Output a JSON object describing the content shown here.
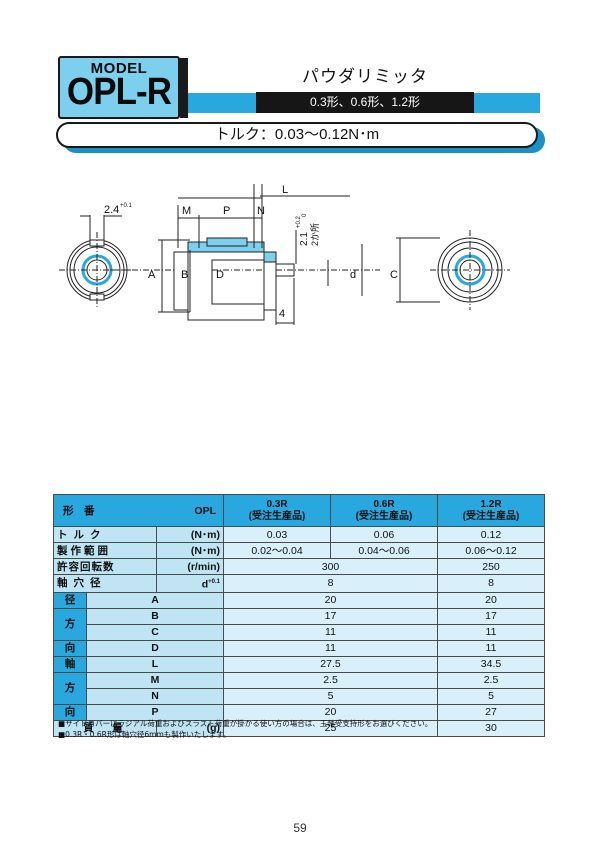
{
  "header": {
    "model_label": "MODEL",
    "model_code": "OPL-R",
    "title": "パウダリミッタ",
    "sizes": "0.3形、0.6形、1.2形"
  },
  "torque_banner": "トルク：0.03〜0.12N･m",
  "drawing": {
    "labels": {
      "L": "L",
      "M": "M",
      "P": "P",
      "N": "N",
      "A": "A",
      "B": "B",
      "D": "D",
      "d": "d",
      "C": "C",
      "tol_left": "2.4",
      "tol_left_sup": "+0.1",
      "tol_right": "2.1",
      "tol_right_sup": "+0.2",
      "tol_right_sub": "0",
      "two_places": "2か所",
      "dim4": "4"
    }
  },
  "table": {
    "header": {
      "model": "形　番",
      "opl": "OPL",
      "cols": [
        {
          "name": "0.3R",
          "note": "(受注生産品)"
        },
        {
          "name": "0.6R",
          "note": "(受注生産品)"
        },
        {
          "name": "1.2R",
          "note": "(受注生産品)"
        }
      ]
    },
    "rows": {
      "torque": {
        "label": "トルク",
        "unit": "(N･m)",
        "v": [
          "0.03",
          "0.06",
          "0.12"
        ]
      },
      "range": {
        "label": "製作範囲",
        "unit": "(N･m)",
        "v": [
          "0.02〜0.04",
          "0.04〜0.06",
          "0.06〜0.12"
        ]
      },
      "speed": {
        "label": "許容回転数",
        "unit": "(r/min)",
        "v12": "300",
        "v3": "250"
      },
      "bore": {
        "label": "軸穴径",
        "unit": "d",
        "unit_sup": "+0.1",
        "v12": "8",
        "v3": "8"
      },
      "radial_side": [
        "径",
        "方",
        "向"
      ],
      "axial_side": [
        "軸",
        "方",
        "向"
      ],
      "A": {
        "label": "A",
        "v12": "20",
        "v3": "20"
      },
      "B": {
        "label": "B",
        "v12": "17",
        "v3": "17"
      },
      "C": {
        "label": "C",
        "v12": "11",
        "v3": "11"
      },
      "D": {
        "label": "D",
        "v12": "11",
        "v3": "11"
      },
      "L": {
        "label": "L",
        "v12": "27.5",
        "v3": "34.5"
      },
      "M": {
        "label": "M",
        "v12": "2.5",
        "v3": "2.5"
      },
      "N": {
        "label": "N",
        "v12": "5",
        "v3": "5"
      },
      "P": {
        "label": "P",
        "v12": "20",
        "v3": "27"
      },
      "mass": {
        "label": "質　量",
        "unit": "(g)",
        "v12": "25",
        "v3": "30"
      }
    }
  },
  "notes": [
    "■サイドカバーにラジアル荷重およびスラスト荷重が掛かる使い方の場合は、玉軸受支持形をお選びください。",
    "■0.3R・0.6R形は軸穴径6mmも製作いたします。"
  ],
  "page_number": "59",
  "colors": {
    "accent": "#29a7df",
    "light": "#7dcfee",
    "dark": "#161616"
  }
}
